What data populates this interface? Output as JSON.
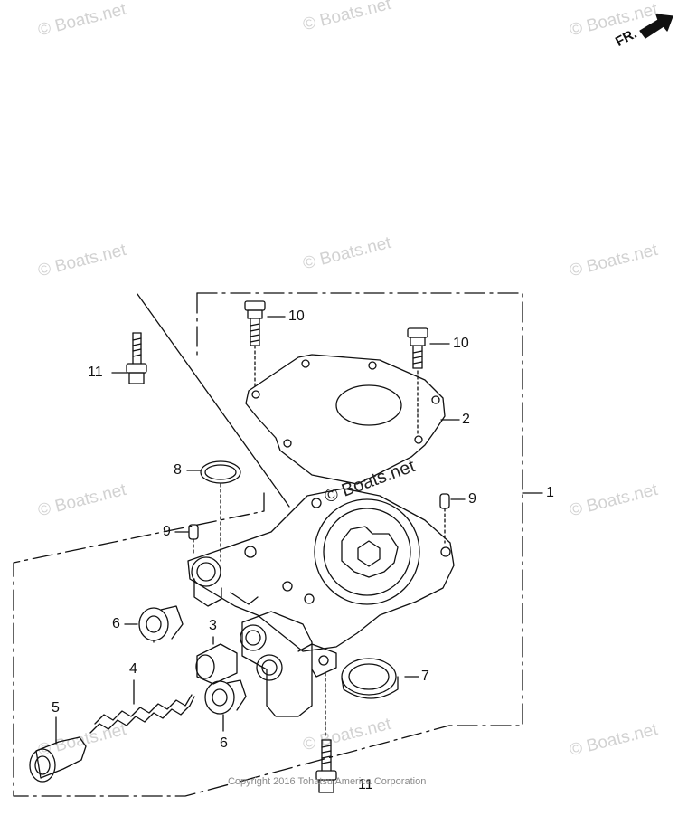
{
  "watermark": {
    "text": "© Boats.net",
    "overlay_text": "© Boats.net"
  },
  "copyright": "Copyright 2016 Tohatsu America Corporation",
  "direction_indicator": {
    "label": "FR."
  },
  "callouts": {
    "c1": "1",
    "c2": "2",
    "c3": "3",
    "c4": "4",
    "c5": "5",
    "c6a": "6",
    "c6b": "6",
    "c7": "7",
    "c8": "8",
    "c9a": "9",
    "c9b": "9",
    "c10a": "10",
    "c10b": "10",
    "c11a": "11",
    "c11b": "11"
  },
  "colors": {
    "line": "#111111",
    "watermark": "#d2d2d2",
    "background": "#ffffff"
  }
}
